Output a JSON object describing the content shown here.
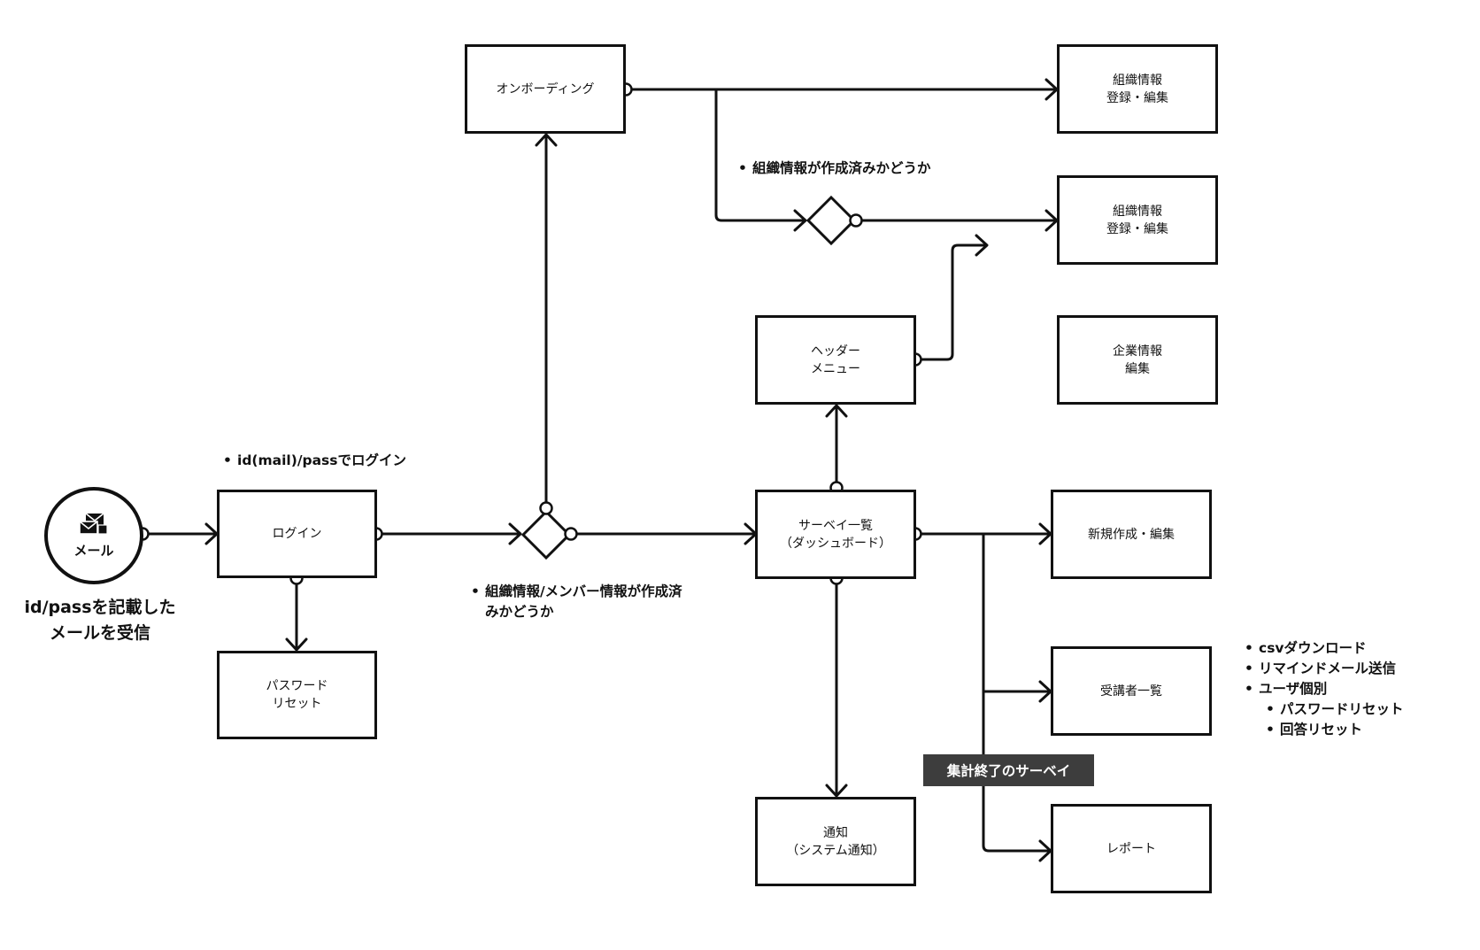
{
  "mail": {
    "icon": "envelope-stack-icon",
    "label": "メール",
    "caption_line1": "id/passを記載した",
    "caption_line2": "メールを受信"
  },
  "notes": {
    "login": "id(mail)/passでログイン",
    "gateway_line1": "組織情報/メンバー情報が作成済",
    "gateway_line2": "みかどうか",
    "org_check": "組織情報が作成済みかどうか",
    "participants": {
      "items": [
        "csvダウンロード",
        "リマインドメール送信",
        "ユーザ個別"
      ],
      "subitems": [
        "パスワードリセット",
        "回答リセット"
      ]
    }
  },
  "boxes": {
    "login": "ログイン",
    "password_reset": {
      "line1": "パスワード",
      "line2": "リセット"
    },
    "onboarding": "オンボーディング",
    "org_edit_a": {
      "line1": "組織情報",
      "line2": "登録・編集"
    },
    "org_edit_b": {
      "line1": "組織情報",
      "line2": "登録・編集"
    },
    "header_menu": {
      "line1": "ヘッダー",
      "line2": "メニュー"
    },
    "company_edit": {
      "line1": "企業情報",
      "line2": "編集"
    },
    "survey_list": {
      "line1": "サーベイ一覧",
      "line2": "（ダッシュボード）"
    },
    "new_edit": "新規作成・編集",
    "participants": "受講者一覧",
    "report": "レポート",
    "notification": {
      "line1": "通知",
      "line2": "（システム通知）"
    }
  },
  "tag_closed_survey": "集計終了のサーベイ",
  "colors": {
    "stroke": "#111111",
    "tag_bg": "#3d3d3d",
    "tag_text": "#ffffff"
  }
}
